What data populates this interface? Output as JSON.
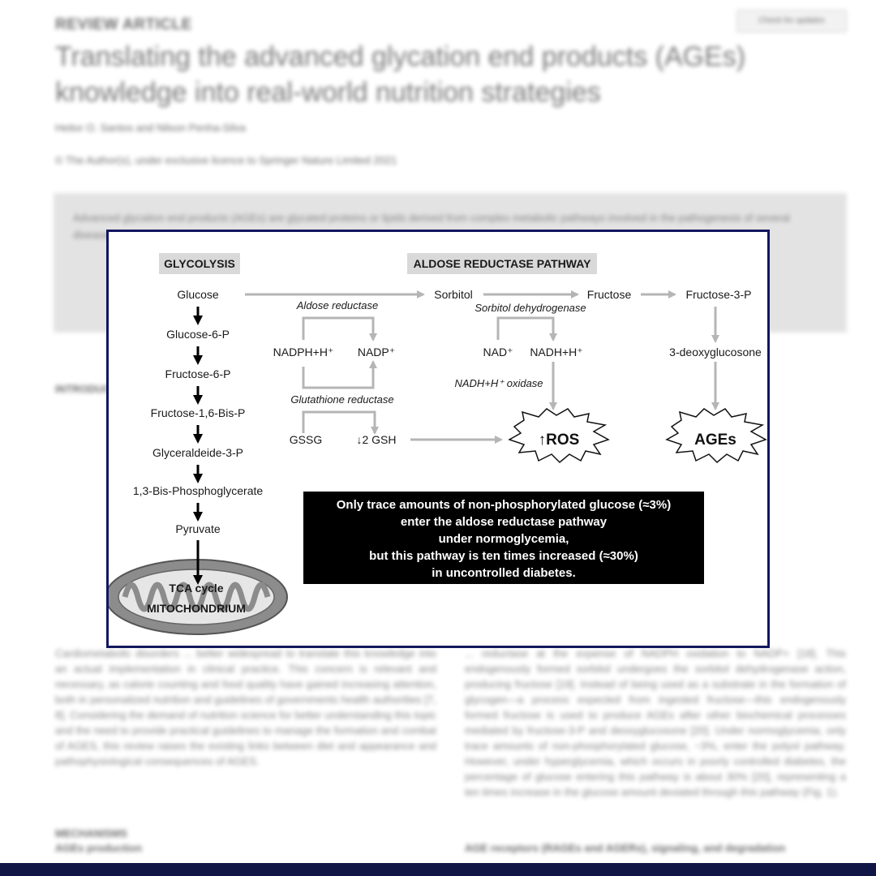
{
  "article": {
    "eyebrow": "REVIEW ARTICLE",
    "title_line1": "Translating the advanced glycation end products (AGEs)",
    "title_line2": "knowledge into real-world nutrition strategies",
    "authors": "Heitor O. Santos and Nilson Penha-Silva",
    "copyright": "© The Author(s), under exclusive licence to Springer Nature Limited 2021",
    "check_updates": "Check for updates",
    "abstract_text": "Advanced glycation end products (AGEs) are glycated proteins or lipids derived from complex metabolic pathways involved in the pathogenesis of several diseases...",
    "intro_heading": "INTRODUCTION",
    "left_col_text": "Cardiometabolic disorders ... better widespread to translate this knowledge into an actual implementation in clinical practice. This concern is relevant and necessary, as calorie counting and food quality have gained increasing attention, both in personalized nutrition and guidelines of governments health authorities [7, 8]. Considering the demand of nutrition science for better understanding this topic and the need to provide practical guidelines to manage the formation and combat of AGES, this review raises the existing links between diet and appearance and pathophysiological consequences of AGES.",
    "right_col_text": "... reductase at the expense of NADPH oxidation to NADP+ [18]. This endogenously formed sorbitol undergoes the sorbitol dehydrogenase action, producing fructose [19]. Instead of being used as a substrate in the formation of glycogen—a process expected from ingested fructose—this endogenously formed fructose is used to produce AGEs after other biochemical processes mediated by fructose-3-P and deoxyglucosone [20]. Under normoglycemia, only trace amounts of non-phosphorylated glucose, ~3%, enter the polyol pathway. However, under hyperglycemia, which occurs in poorly controlled diabetes, the percentage of glucose entering this pathway is about 30% [20], representing a ten times increase in the glucose amount deviated through this pathway (Fig. 1).",
    "mechanisms_heading": "MECHANISMS",
    "ages_production_heading": "AGEs production",
    "receptors_heading": "AGE receptors (RAGEs and AGERs), signaling, and degradation"
  },
  "figure": {
    "glycolysis_header": "GLYCOLYSIS",
    "aldose_header": "ALDOSE REDUCTASE PATHWAY",
    "glycolysis_steps": [
      "Glucose",
      "Glucose-6-P",
      "Fructose-6-P",
      "Fructose-1,6-Bis-P",
      "Glyceraldeide-3-P",
      "1,3-Bis-Phosphoglycerate",
      "Pyruvate"
    ],
    "tca_cycle": "TCA cycle",
    "mitochondrium": "MITOCHONDRIUM",
    "sorbitol": "Sorbitol",
    "fructose": "Fructose",
    "fructose_3p": "Fructose-3-P",
    "deoxyglucosone": "3-deoxyglucosone",
    "aldose_reductase": "Aldose reductase",
    "sorbitol_dehydrogenase": "Sorbitol dehydrogenase",
    "glutathione_reductase": "Glutathione reductase",
    "nadph": "NADPH+H⁺",
    "nadp": "NADP⁺",
    "nad": "NAD⁺",
    "nadh": "NADH+H⁺",
    "nadh_oxidase": "NADH+H⁺ oxidase",
    "gssg": "GSSG",
    "gsh": "↓2 GSH",
    "ros": "↑ROS",
    "ages": "AGEs",
    "note_lines": [
      "Only trace amounts of non-phosphorylated glucose (≈3%)",
      "enter the aldose reductase pathway",
      "under normoglycemia,",
      "but this pathway is ten times increased (≈30%)",
      "in uncontrolled diabetes."
    ]
  }
}
